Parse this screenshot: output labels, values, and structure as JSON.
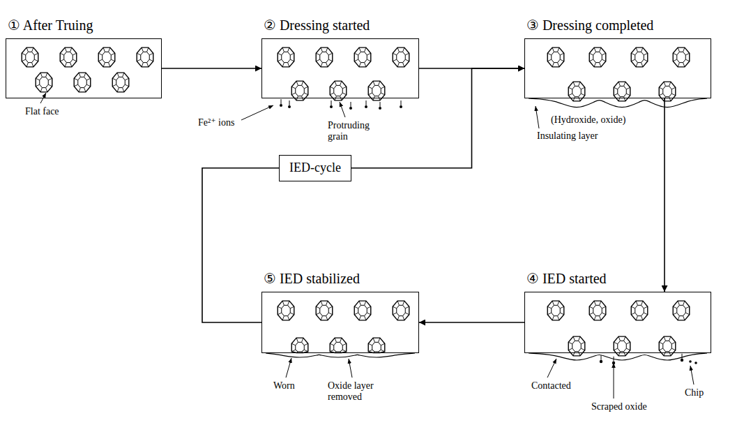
{
  "diagram": {
    "nodes": [
      {
        "text": [
          "① After Truing"
        ]
      },
      {
        "text": [
          "② Dressing started"
        ]
      },
      {
        "text": [
          "③ Dressing completed"
        ]
      },
      {
        "text": [
          "IED-cycle"
        ]
      },
      {
        "text": [
          "⑤ IED stabilized"
        ]
      },
      {
        "text": [
          "④ IED started"
        ]
      }
    ],
    "edges": [
      {
        "from": 0,
        "to": 1,
        "arrow": "to"
      },
      {
        "from": 1,
        "to": 2,
        "arrow": "to"
      },
      {
        "from": 2,
        "to": 5,
        "arrow": "to"
      },
      {
        "from": 5,
        "to": 4,
        "arrow": "to"
      },
      {
        "from": 4,
        "to": 3,
        "arrow": "none"
      },
      {
        "from": 3,
        "to": 2,
        "arrow": "to"
      }
    ],
    "labels": [
      "Flat face",
      "Fe²⁺ ions",
      "Protruding grain",
      "(Hydroxide, oxide)",
      "Insulating layer",
      "Worn",
      "Oxide layer removed",
      "Contacted",
      "Scraped oxide",
      "Chip"
    ]
  }
}
